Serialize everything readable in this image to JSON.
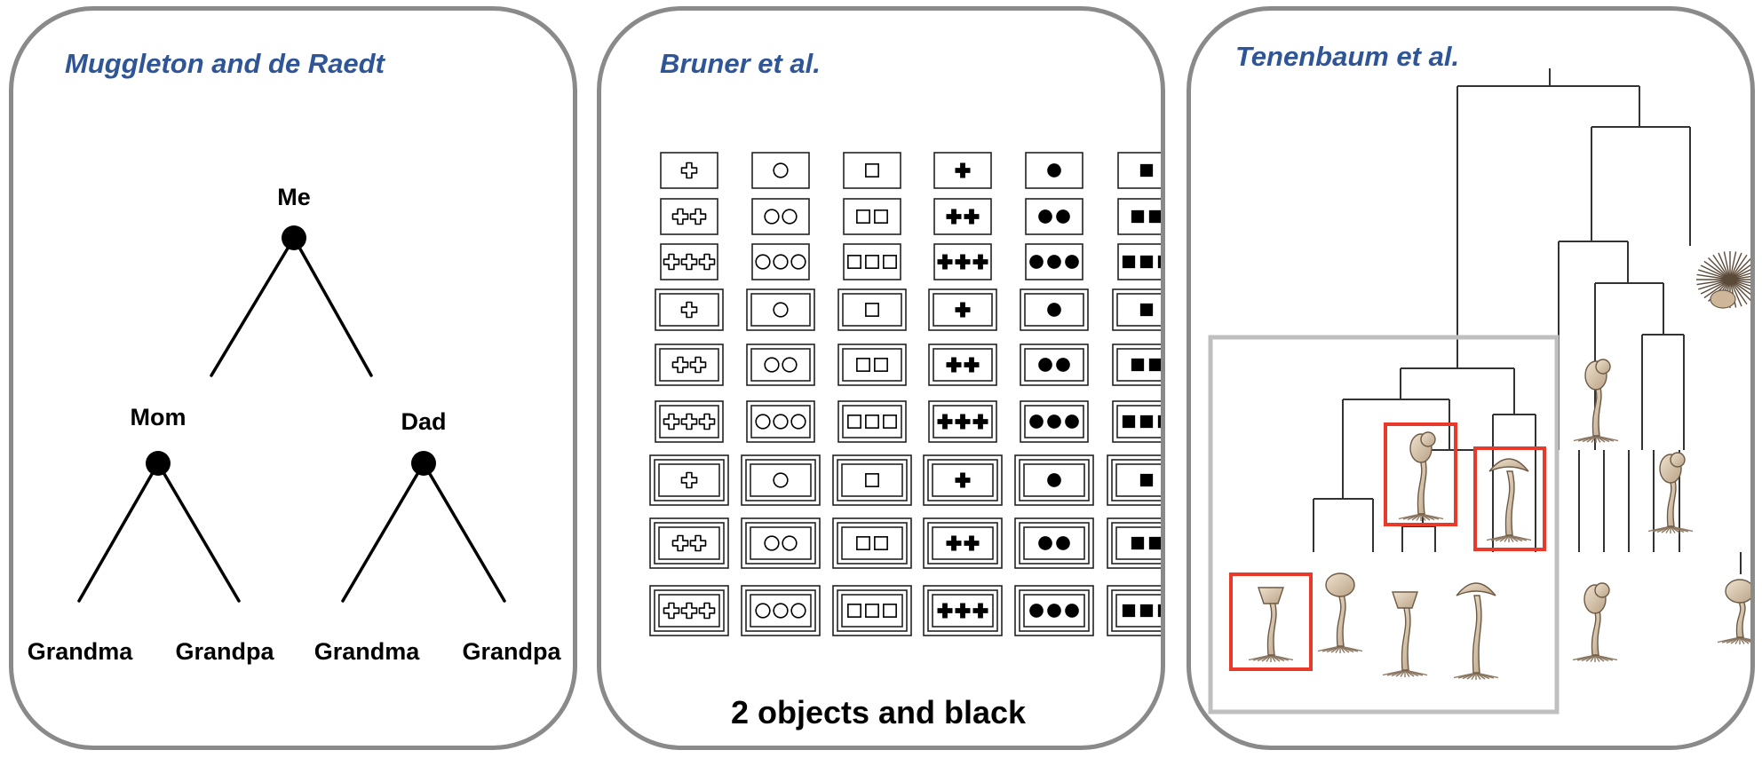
{
  "panels": [
    {
      "title": "Muggleton and de Raedt",
      "tree": {
        "root": "Me",
        "parents": [
          "Mom",
          "Dad"
        ],
        "grandparents": [
          "Grandma",
          "Grandpa",
          "Grandma",
          "Grandpa"
        ]
      }
    },
    {
      "title": "Bruner et al.",
      "grid": {
        "shapes": [
          "open-cross",
          "open-circle",
          "open-square",
          "filled-cross",
          "filled-circle",
          "filled-square"
        ],
        "counts": [
          1,
          2,
          3
        ],
        "border_counts": [
          1,
          2,
          3
        ]
      },
      "caption": "2 objects and black"
    },
    {
      "title": "Tenenbaum et al.",
      "highlight_color": "#e8392a",
      "selection_box_color": "#bfbfbf",
      "objects": [
        "tufa-object",
        "tufa-object",
        "tufa-object",
        "tufa-object",
        "tufa-object",
        "tufa-object",
        "tufa-object",
        "tufa-object",
        "tufa-object",
        "tufa-object",
        "tufa-object"
      ]
    }
  ]
}
